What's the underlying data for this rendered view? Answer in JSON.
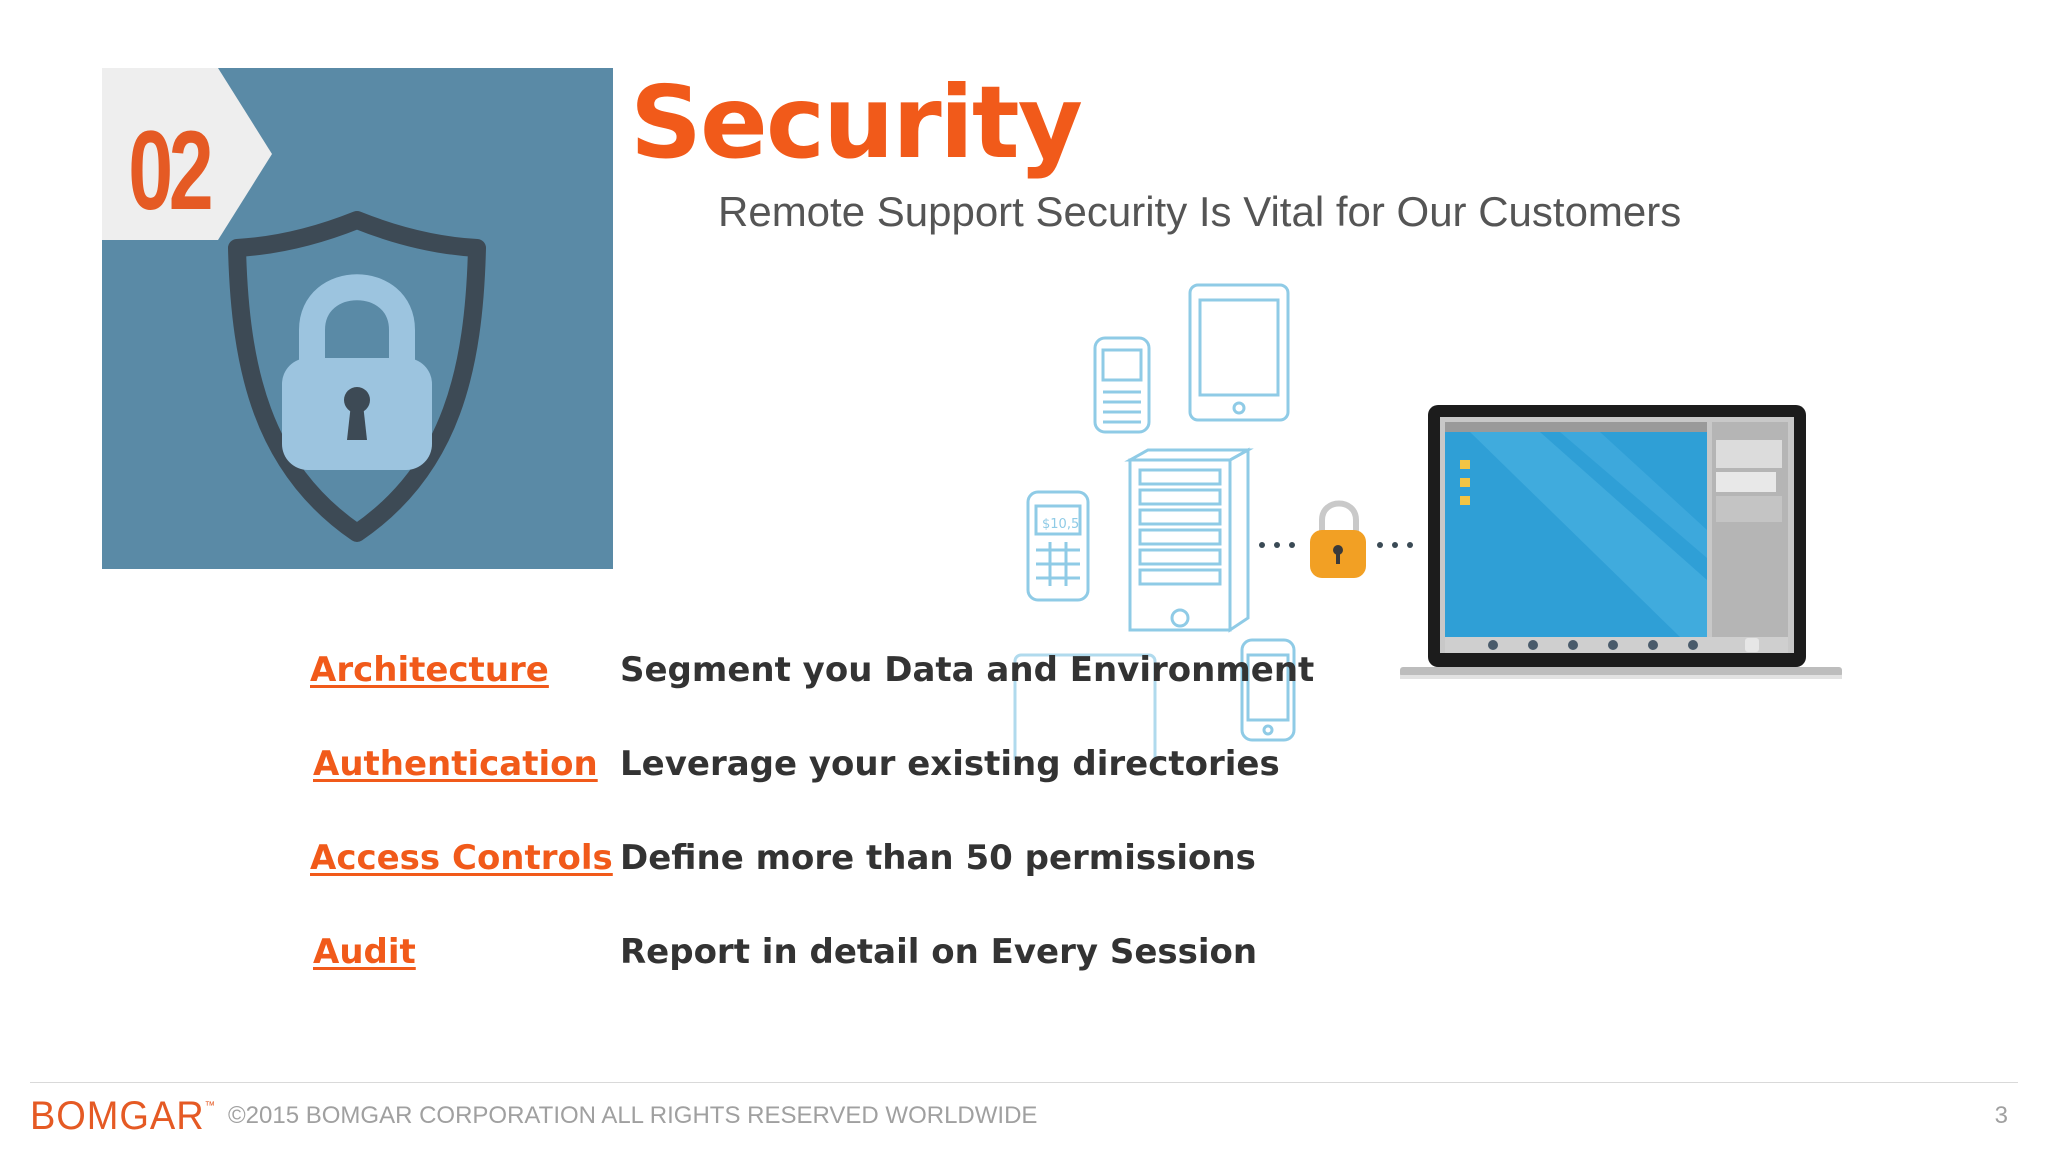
{
  "slide": {
    "number": "02",
    "title": "Security",
    "subtitle": "Remote Support Security Is Vital for Our Customers"
  },
  "features": [
    {
      "label": "Architecture",
      "description": "Segment you Data and Environment"
    },
    {
      "label": "Authentication",
      "description": "Leverage your existing directories"
    },
    {
      "label": "Access Controls",
      "description": "Define more than 50 permissions"
    },
    {
      "label": "Audit",
      "description": "Report in detail on Every Session"
    }
  ],
  "illustration": {
    "terminal_amount": "$10,5"
  },
  "footer": {
    "logo": "BOMGAR",
    "trademark": "™",
    "copyright": "©2015 BOMGAR CORPORATION ALL RIGHTS RESERVED WORLDWIDE",
    "page_number": "3"
  },
  "colors": {
    "accent": "#f15a1a",
    "hero_background": "#5a8aa6",
    "device_outline": "#8fcbe6"
  },
  "icons": [
    "shield-lock-icon",
    "padlock-icon",
    "laptop-icon",
    "tablet-icon",
    "phone-icon",
    "server-icon",
    "payment-terminal-icon"
  ]
}
